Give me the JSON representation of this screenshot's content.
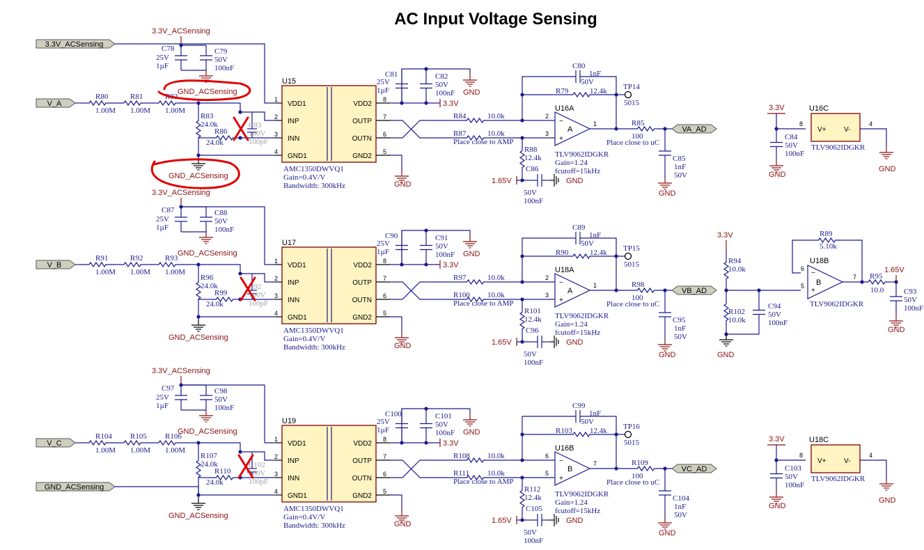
{
  "title": "AC Input Voltage Sensing",
  "ports": {
    "in_supply": "3.3V_ACSensing",
    "va": "V_A",
    "vb": "V_B",
    "vc": "V_C",
    "gnd_in": "GND_ACSensing",
    "out_a": "VA_AD",
    "out_b": "VB_AD",
    "out_c": "VC_AD"
  },
  "nets": {
    "supply_iso": "3.3V_ACSensing",
    "gnd_iso": "GND_ACSensing",
    "v33": "3.3V",
    "gnd": "GND",
    "ref": "1.65V"
  },
  "isoamp": {
    "notes": [
      "Gain=0.4V/V",
      "Bandwidth: 300kHz"
    ],
    "pins": [
      "VDD1",
      "INP",
      "INN",
      "GND1",
      "VDD2",
      "OUTP",
      "OUTN",
      "GND2"
    ],
    "pin_numbers": [
      "1",
      "2",
      "3",
      "4",
      "8",
      "7",
      "6",
      "5"
    ]
  },
  "opamp": {
    "notes": [
      "Gain=1.24",
      "fcutoff=15kHz"
    ],
    "plus": "+",
    "minus": "−"
  },
  "common": {
    "place_amp": "Place close to AMP",
    "place_uc": "Place close to uC",
    "tp_value": "5015",
    "vplus": "V+",
    "vminus": "V-",
    "pin4": "4",
    "pin8": "8"
  },
  "stages": [
    {
      "ic": "U15",
      "ic_part": "AMC1350DWVQ1",
      "r_in": [
        "R80",
        "R81",
        "R82"
      ],
      "r_in_val": "1.00M",
      "r_sh": "R83",
      "r_sh_val": "24.0k",
      "r_inn": "R86",
      "r_inn_val": "24.0k",
      "c_in": "C83",
      "c_in_v": "100V",
      "c_in_val": "100pF",
      "c_s1": "C78",
      "c_s1_v": "25V",
      "c_s1_val": "1µF",
      "c_s2": "C79",
      "c_s2_v": "50V",
      "c_s2_val": "100nF",
      "c_o1": "C81",
      "c_o1_v": "25V",
      "c_o1_val": "1µF",
      "c_o2": "C82",
      "c_o2_v": "50V",
      "c_o2_val": "100nF",
      "r_p": "R84",
      "r_n": "R87",
      "r_pn_val": "10.0k",
      "c_fb": "C80",
      "c_fb_val": "1nF",
      "c_fb_v": "50V",
      "r_fb": "R79",
      "r_fb_val": "12.4k",
      "r_g": "R88",
      "r_g_val": "12.4k",
      "c_g": "C86",
      "c_g_v": "50V",
      "c_g_val": "100nF",
      "opamp": "U16A",
      "opamp_part": "TLV9062IDGKR",
      "opamp_unit": "A",
      "op_pin_a": "2",
      "op_pin_b": "3",
      "op_pin_o": "1",
      "tp": "TP14",
      "r_out": "R85",
      "r_out_val": "100",
      "c_out": "C85",
      "c_out_val": "1nF",
      "c_out_v": "50V"
    },
    {
      "ic": "U17",
      "ic_part": "AMC1350DWVQ1",
      "r_in": [
        "R91",
        "R92",
        "R93"
      ],
      "r_in_val": "1.00M",
      "r_sh": "R96",
      "r_sh_val": "24.0k",
      "r_inn": "R99",
      "r_inn_val": "24.0k",
      "c_in": "C92",
      "c_in_v": "100V",
      "c_in_val": "100pF",
      "c_s1": "C87",
      "c_s1_v": "25V",
      "c_s1_val": "1µF",
      "c_s2": "C88",
      "c_s2_v": "50V",
      "c_s2_val": "100nF",
      "c_o1": "C90",
      "c_o1_v": "25V",
      "c_o1_val": "1µF",
      "c_o2": "C91",
      "c_o2_v": "50V",
      "c_o2_val": "100nF",
      "r_p": "R97",
      "r_n": "R100",
      "r_pn_val": "10.0k",
      "c_fb": "C89",
      "c_fb_val": "1nF",
      "c_fb_v": "50V",
      "r_fb": "R90",
      "r_fb_val": "12.4k",
      "r_g": "R101",
      "r_g_val": "12.4k",
      "c_g": "C96",
      "c_g_v": "50V",
      "c_g_val": "100nF",
      "opamp": "U18A",
      "opamp_part": "TLV9062IDGKR",
      "opamp_unit": "A",
      "op_pin_a": "2",
      "op_pin_b": "3",
      "op_pin_o": "1",
      "tp": "TP15",
      "r_out": "R98",
      "r_out_val": "100",
      "c_out": "C95",
      "c_out_val": "1nF",
      "c_out_v": "50V"
    },
    {
      "ic": "U19",
      "ic_part": "AMC1350DWVQ1",
      "r_in": [
        "R104",
        "R105",
        "R106"
      ],
      "r_in_val": "1.00M",
      "r_sh": "R107",
      "r_sh_val": "24.0k",
      "r_inn": "R110",
      "r_inn_val": "24.0k",
      "c_in": "C102",
      "c_in_v": "100V",
      "c_in_val": "100pF",
      "c_s1": "C97",
      "c_s1_v": "25V",
      "c_s1_val": "1µF",
      "c_s2": "C98",
      "c_s2_v": "50V",
      "c_s2_val": "100nF",
      "c_o1": "C100",
      "c_o1_v": "25V",
      "c_o1_val": "1µF",
      "c_o2": "C101",
      "c_o2_v": "50V",
      "c_o2_val": "100nF",
      "r_p": "R108",
      "r_n": "R111",
      "r_pn_val": "10.0k",
      "c_fb": "C99",
      "c_fb_val": "1nF",
      "c_fb_v": "50V",
      "r_fb": "R103",
      "r_fb_val": "12.4k",
      "r_g": "R112",
      "r_g_val": "12.4k",
      "c_g": "C105",
      "c_g_v": "50V",
      "c_g_val": "100nF",
      "opamp": "U16B",
      "opamp_part": "TLV9062IDGKR",
      "opamp_unit": "B",
      "op_pin_a": "6",
      "op_pin_b": "5",
      "op_pin_o": "7",
      "tp": "TP16",
      "r_out": "R109",
      "r_out_val": "100",
      "c_out": "C104",
      "c_out_val": "1nF",
      "c_out_v": "50V"
    }
  ],
  "power_units": [
    {
      "ref": "U16C",
      "part": "TLV9062IDGKR",
      "cap": "C84",
      "cap_v": "50V",
      "cap_val": "100nF"
    },
    {
      "ref": "U18C",
      "part": "TLV9062IDGKR",
      "cap": "C103",
      "cap_v": "50V",
      "cap_val": "100nF"
    }
  ],
  "ref_gen": {
    "r_top": "R94",
    "r_top_val": "10.0k",
    "r_bot": "R102",
    "r_bot_val": "10.0k",
    "cap": "C94",
    "cap_v": "50V",
    "cap_val": "100nF",
    "r_fb": "R89",
    "r_fb_val": "5.10k",
    "opamp": "U18B",
    "opamp_part": "TLV9062IDGKR",
    "opamp_unit": "B",
    "pin_minus": "6",
    "pin_plus": "5",
    "pin_out": "7",
    "r_out": "R95",
    "r_out_val": "10.0",
    "c_out": "C93",
    "c_out_v": "50V",
    "c_out_val": "100nF"
  }
}
